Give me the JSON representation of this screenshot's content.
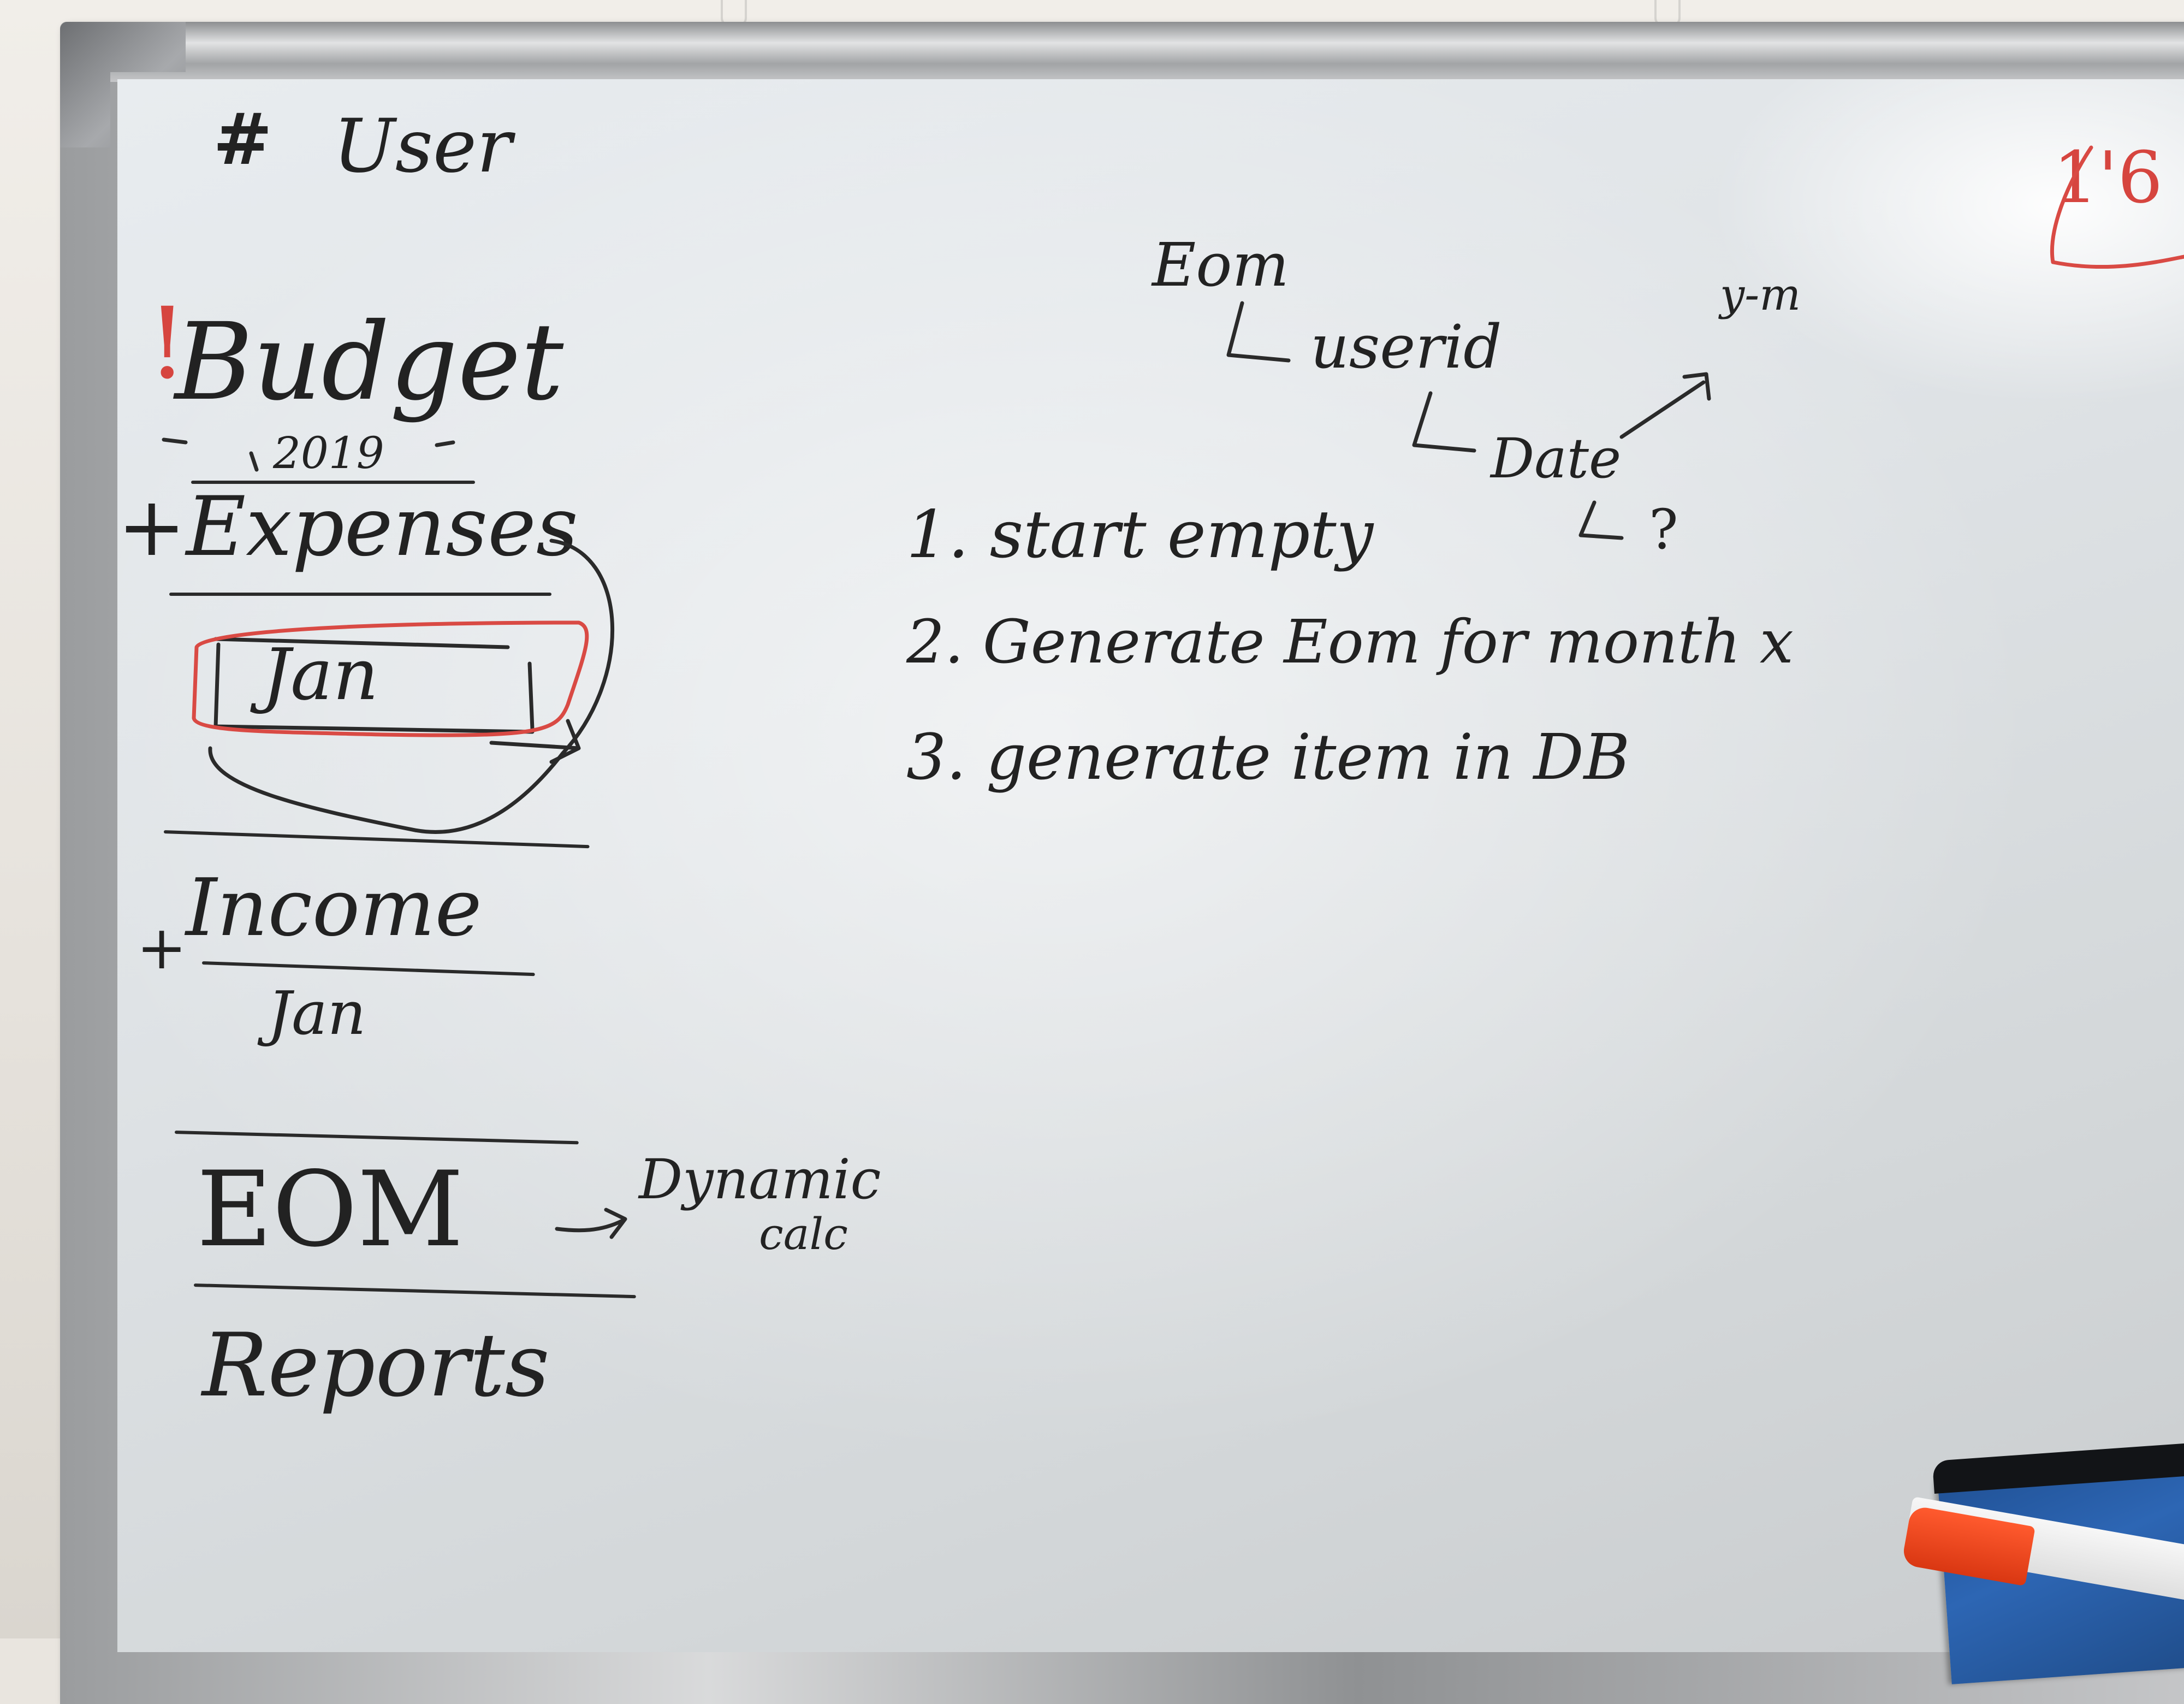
{
  "whiteboard": {
    "left_column": {
      "title": "User",
      "budget": "Budget",
      "budget_year": "2019",
      "expenses": "+Expenses",
      "expenses_month": "Jan",
      "income": "Income",
      "income_plus": "+",
      "income_month": "Jan",
      "eom": "EOM",
      "eom_note_1": "Dynamic",
      "eom_note_2": "calc",
      "reports": "Reports"
    },
    "tree": {
      "root": "Eom",
      "child": "userid",
      "grandchild": "Date",
      "leaf": "?",
      "note": "y-m"
    },
    "steps": [
      "1. start empty",
      "2. Generate Eom for month x",
      "3. generate item in DB"
    ],
    "corner_note": "1'6"
  },
  "colors": {
    "ink_black": "#222222",
    "ink_red": "#d6453f",
    "eraser_blue": "#2d66b4",
    "marker_cap": "#ff5a2e"
  }
}
